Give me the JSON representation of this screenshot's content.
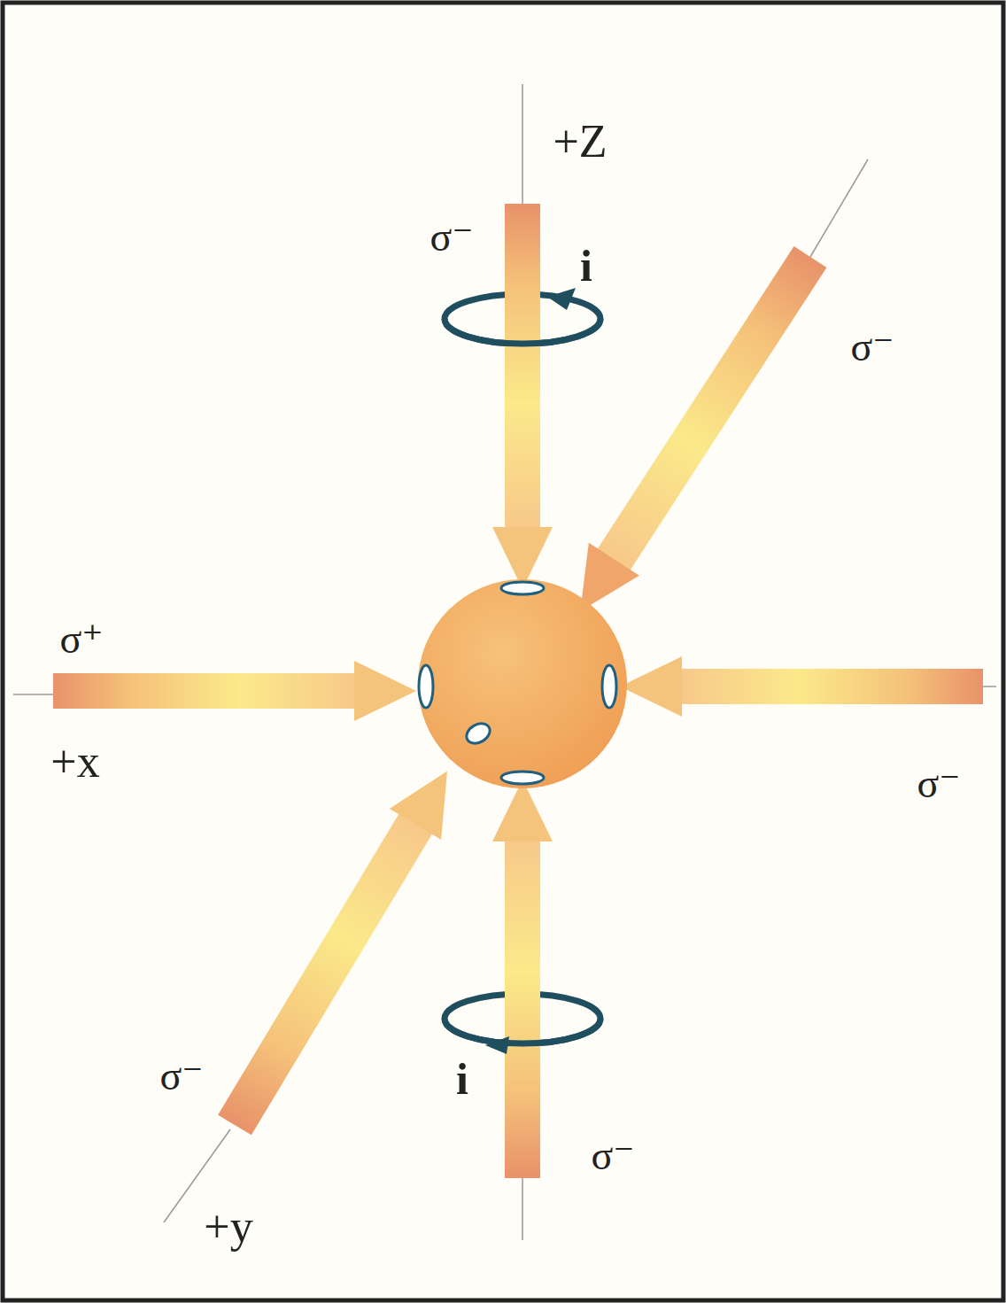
{
  "diagram": {
    "labels": [
      "+Z",
      "σ⁻",
      "i",
      "σ⁻",
      "σ⁺",
      "+x",
      "σ⁻",
      "σ⁻",
      "i",
      "+y",
      "σ⁻"
    ]
  }
}
